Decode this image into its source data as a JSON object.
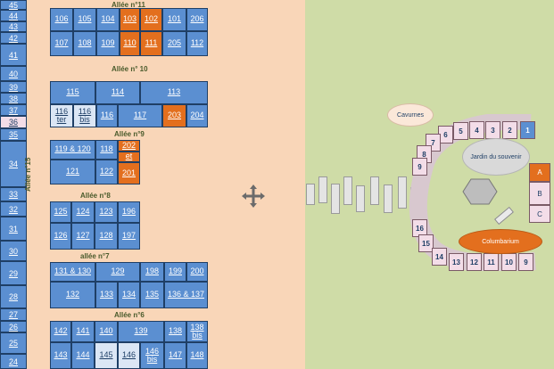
{
  "left_column": [
    "45",
    "44",
    "43",
    "42",
    "41",
    "40",
    "39",
    "38",
    "37",
    "36",
    "35",
    "34",
    "33",
    "32",
    "31",
    "30",
    "29",
    "28",
    "27",
    "26",
    "25",
    "24"
  ],
  "allee_labels": {
    "a11": "Allée n°11",
    "a10": "Allée n° 10",
    "a9": "Allée n°9",
    "a8": "Allée n°8",
    "a7": "allée n°7",
    "a6": "Allée n°6",
    "a15": "Allée n°15"
  },
  "blocks": {
    "b1": [
      "106",
      "105",
      "104",
      "103",
      "102",
      "101",
      "206"
    ],
    "b1b": [
      "107",
      "108",
      "109",
      "110",
      "111",
      "205",
      "112"
    ],
    "b2": [
      "115",
      "114",
      "113"
    ],
    "b2b": [
      "116",
      "ter",
      "116",
      "bis",
      "116",
      "117",
      "203",
      "204"
    ],
    "b3": [
      "119 & 120",
      "118",
      "202"
    ],
    "b3b": [
      "et",
      "121",
      "122",
      "201"
    ],
    "b4": [
      "125",
      "124",
      "123",
      "196",
      "126",
      "127",
      "128",
      "197"
    ],
    "b5": [
      "131 & 130",
      "129",
      "198",
      "199",
      "200",
      "132",
      "133",
      "134",
      "135",
      "136 & 137"
    ],
    "b6": [
      "142",
      "141",
      "140",
      "139",
      "138",
      "bis",
      "143",
      "144",
      "145",
      "146",
      "146",
      "bis",
      "147",
      "148"
    ]
  },
  "columbarium": {
    "slots_top": [
      "9",
      "8",
      "7",
      "6",
      "5",
      "4",
      "3",
      "2",
      "1"
    ],
    "slots_bottom": [
      "16",
      "15",
      "14",
      "13",
      "12",
      "11",
      "10",
      "9"
    ],
    "cavurnes": "Cavurnes",
    "jardin": "Jardin du souvenir",
    "columbarium": "Columbarium",
    "side": [
      "A",
      "B",
      "C"
    ]
  },
  "colors": {
    "blue": "#5b8fd1",
    "orange": "#e36f1e",
    "pink": "#f3dde8",
    "sand": "#f9d6b8",
    "grass": "#cfdca7"
  }
}
